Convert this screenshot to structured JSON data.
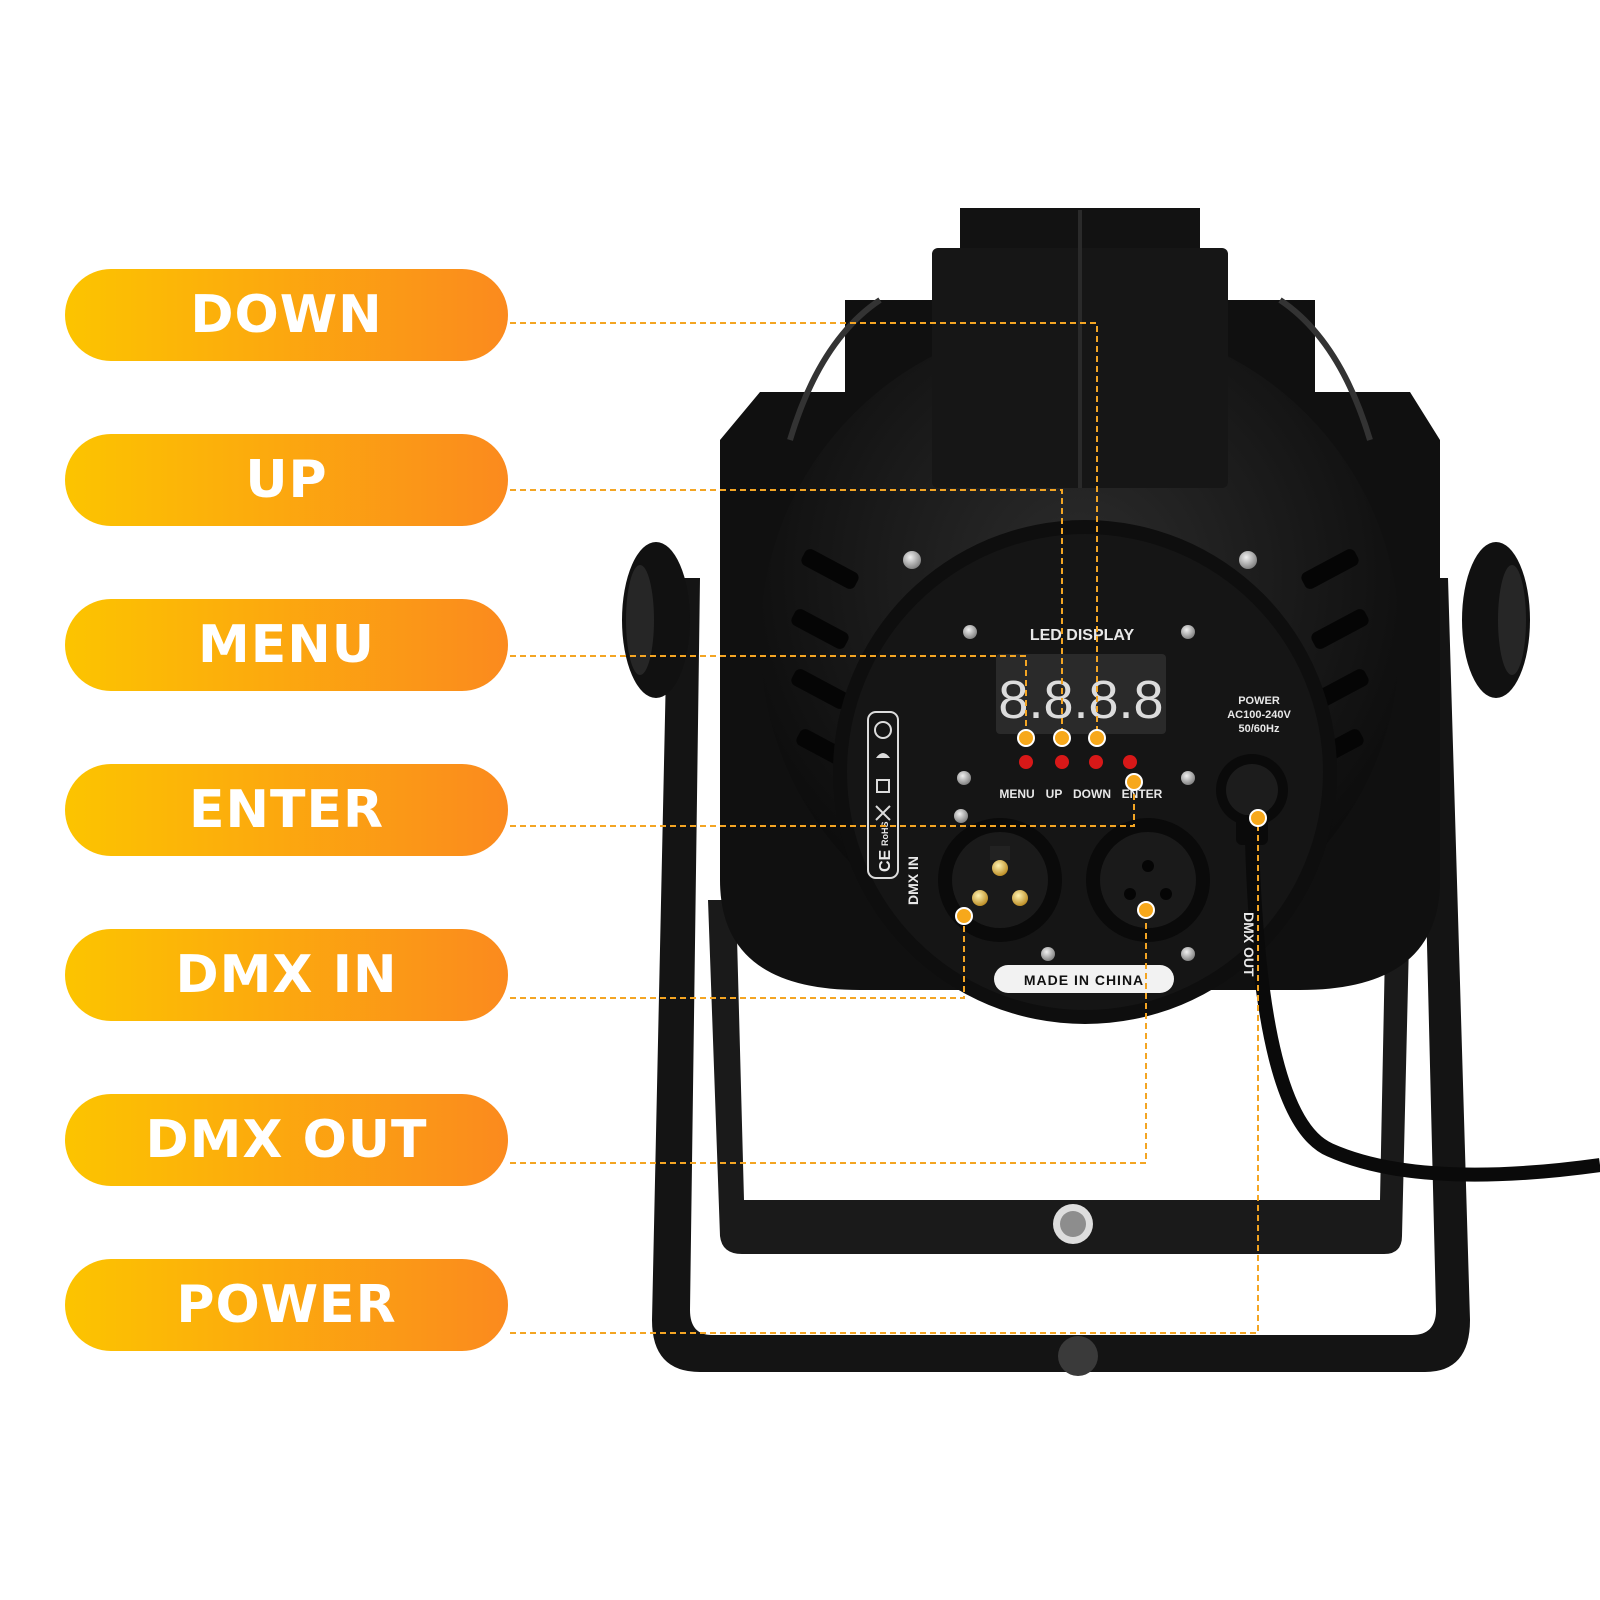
{
  "labels": [
    {
      "id": "down",
      "text": "DOWN"
    },
    {
      "id": "up",
      "text": "UP"
    },
    {
      "id": "menu",
      "text": "MENU"
    },
    {
      "id": "enter",
      "text": "ENTER"
    },
    {
      "id": "dmx-in",
      "text": "DMX IN"
    },
    {
      "id": "dmx-out",
      "text": "DMX OUT"
    },
    {
      "id": "power",
      "text": "POWER"
    }
  ],
  "device": {
    "panel_title": "LED DISPLAY",
    "display_digits": "8.8.8.8",
    "buttons": [
      "MENU",
      "UP",
      "DOWN",
      "ENTER"
    ],
    "power_title": "POWER",
    "power_voltage": "AC100-240V",
    "power_freq": "50/60Hz",
    "dmx_in_label": "DMX IN",
    "dmx_out_label": "DMX OUT",
    "origin_badge": "MADE IN CHINA",
    "cert_marks": [
      "CE",
      "RoHS"
    ]
  },
  "colors": {
    "pill_start": "#fcc400",
    "pill_end": "#fb8a1e",
    "leader_line": "#f3a524",
    "device_body": "#151515",
    "indicator_led": "#d81818"
  }
}
